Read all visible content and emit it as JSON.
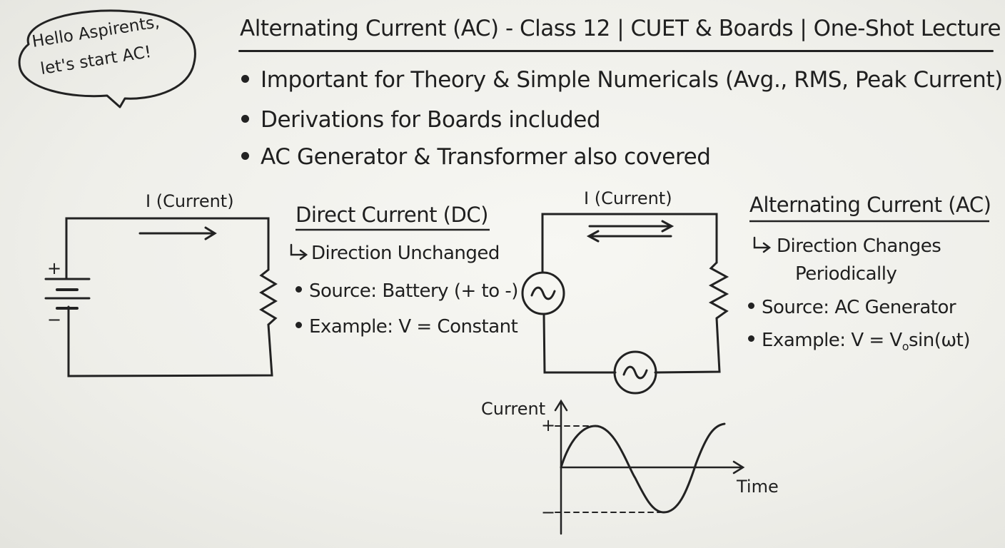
{
  "bubble": {
    "line1": "Hello Aspirents,",
    "line2": "let's start AC!"
  },
  "title": "Alternating Current (AC) - Class 12 | CUET & Boards | One-Shot Lecture",
  "bullets": [
    "Important for Theory & Simple Numericals (Avg., RMS, Peak Current)",
    "Derivations for Boards included",
    "AC Generator & Transformer also covered"
  ],
  "dc": {
    "current_label": "I (Current)",
    "plus": "+",
    "minus": "−",
    "heading": "Direct Current (DC)",
    "points": [
      "Direction Unchanged",
      "Source: Battery (+ to -)",
      "Example: V = Constant"
    ]
  },
  "ac": {
    "current_label": "I (Current)",
    "heading": "Alternating Current (AC)",
    "points": [
      "Direction Changes",
      "Periodically",
      "Source: AC Generator"
    ],
    "example_prefix": "Example: V = V",
    "example_sub": "o",
    "example_suffix": "sin(ωt)"
  },
  "graph": {
    "y_label": "Current",
    "x_label": "Time",
    "plus": "+",
    "minus": "−"
  },
  "colors": {
    "ink": "#1f1f1f",
    "board": "#f3f3ef"
  }
}
